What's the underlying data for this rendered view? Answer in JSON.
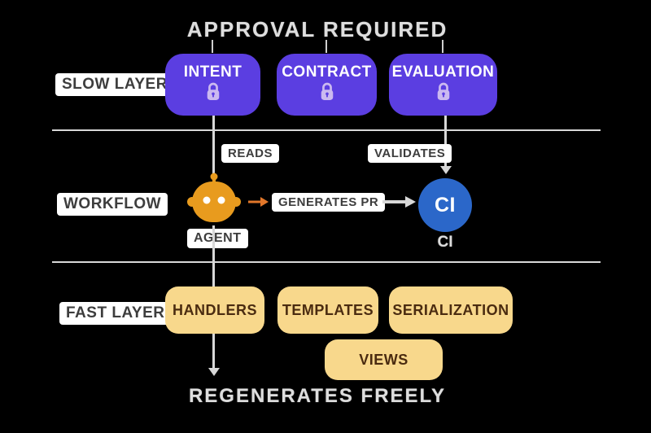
{
  "page": {
    "title": "APPROVAL REQUIRED",
    "footer": "REGENERATES FREELY"
  },
  "slow_layer": {
    "label": "SLOW LAYER",
    "boxes": [
      {
        "label": "INTENT",
        "icon": "lock-icon"
      },
      {
        "label": "CONTRACT",
        "icon": "lock-icon"
      },
      {
        "label": "EVALUATION",
        "icon": "lock-icon"
      }
    ]
  },
  "workflow": {
    "label": "WORKFLOW",
    "reads_label": "READS",
    "validates_label": "VALIDATES",
    "agent_icon": "robot-agent-icon",
    "agent_label": "AGENT",
    "generates_label": "GENERATES PR",
    "ci_circle_text": "CI",
    "ci_label": "CI"
  },
  "fast_layer": {
    "label": "FAST LAYER",
    "boxes": [
      {
        "label": "HANDLERS"
      },
      {
        "label": "TEMPLATES"
      },
      {
        "label": "SERIALIZATION"
      },
      {
        "label": "VIEWS"
      }
    ]
  },
  "colors": {
    "background": "#000000",
    "slow_box": "#5B3EE1",
    "lock": "#CBB9F0",
    "fast_box": "#F8D88C",
    "fast_text": "#4A2B10",
    "ci_blue": "#2B67C9",
    "agent_orange": "#E89B1E",
    "line_gray": "#D8D8D8",
    "chip_bg": "#FFFFFF",
    "chip_text": "#3D3D3D"
  }
}
